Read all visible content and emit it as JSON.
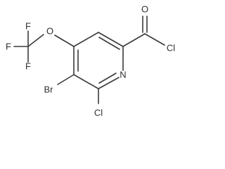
{
  "molecule": {
    "atoms": {
      "f_top": "F",
      "f_left": "F",
      "f_bottom": "F",
      "o_ether": "O",
      "o_carbonyl": "O",
      "cl_acyl": "Cl",
      "br": "Br",
      "cl_ring": "Cl",
      "n_ring": "N"
    }
  }
}
